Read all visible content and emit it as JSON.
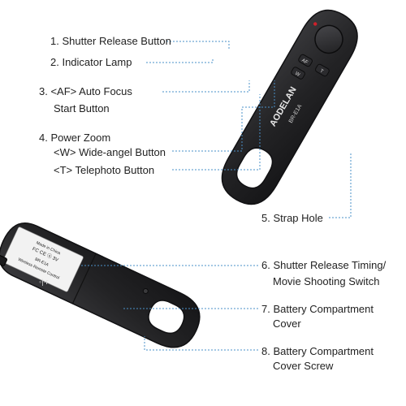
{
  "callouts_left": [
    {
      "id": "1",
      "text": "1. Shutter Release Button"
    },
    {
      "id": "2",
      "text": "2. Indicator Lamp"
    },
    {
      "id": "3a",
      "text": "3. <AF> Auto Focus"
    },
    {
      "id": "3b",
      "text": "Start Button"
    },
    {
      "id": "4a",
      "text": "4. Power Zoom"
    },
    {
      "id": "4b",
      "text": "<W> Wide-angel Button"
    },
    {
      "id": "4c",
      "text": "<T> Telephoto Button"
    }
  ],
  "callouts_right": [
    {
      "id": "5",
      "text": "5. Strap Hole"
    },
    {
      "id": "6a",
      "text": "6. Shutter Release Timing/"
    },
    {
      "id": "6b",
      "text": "Movie Shooting Switch"
    },
    {
      "id": "7a",
      "text": "7. Battery Compartment"
    },
    {
      "id": "7b",
      "text": "Cover"
    },
    {
      "id": "8a",
      "text": "8. Battery Compartment"
    },
    {
      "id": "8b",
      "text": "Cover Screw"
    }
  ],
  "device_front": {
    "brand": "AODELAN",
    "model": "BR-E1A",
    "btn_af": "AF",
    "btn_w": "W",
    "btn_t": "T"
  },
  "device_back": {
    "label_line1": "Wireless Remote Control",
    "label_line2": "BR-E1A",
    "label_line3": "FC CE ⓐ 3V",
    "label_line4": "Made in China",
    "switch_mark": "◦|·r"
  },
  "colors": {
    "device": "#2c2c2e",
    "device_edge": "#111113",
    "leader": "#4a90c8",
    "indicator": "#d0202a"
  }
}
